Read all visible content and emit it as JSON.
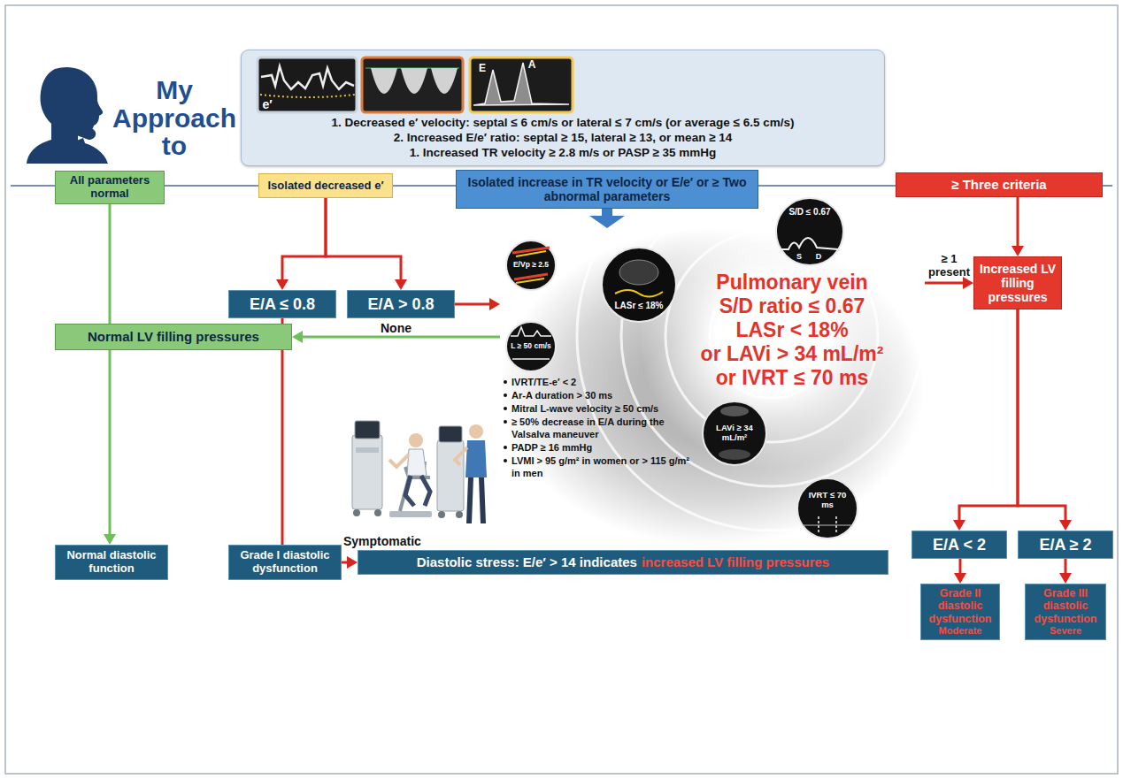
{
  "diagram": {
    "title": "My Approach to",
    "nodes": [
      {
        "text": [
          "1. Decreased e′ velocity: septal ≤ 6 cm/s or lateral ≤ 7 cm/s (or average ≤ 6.5 cm/s)",
          "2. Increased E/e′ ratio: septal ≥ 15, lateral ≥ 13, or mean ≥ 14",
          "1. Increased TR velocity ≥ 2.8 m/s or PASP ≥ 35 mmHg"
        ]
      },
      {
        "text": [
          "All parameters normal"
        ]
      },
      {
        "text": [
          "Isolated decreased e′"
        ]
      },
      {
        "text": [
          "Isolated increase in TR velocity or E/e′ or ≥ Two abnormal parameters"
        ]
      },
      {
        "text": [
          "≥ Three criteria"
        ]
      },
      {
        "text": [
          "E/A ≤ 0.8"
        ]
      },
      {
        "text": [
          "E/A > 0.8"
        ]
      },
      {
        "text": [
          "Normal LV filling pressures"
        ]
      },
      {
        "text": [
          "Pulmonary vein S/D ratio ≤ 0.67",
          "LASr < 18%",
          "or LAVi > 34 mL/m²",
          "or IVRT ≤ 70 ms"
        ]
      },
      {
        "text": [
          "Increased LV filling pressures"
        ]
      },
      {
        "text": [
          "E/A < 2"
        ]
      },
      {
        "text": [
          "E/A ≥ 2"
        ]
      },
      {
        "text": [
          "Normal diastolic function"
        ]
      },
      {
        "text": [
          "Grade I diastolic dysfunction"
        ]
      },
      {
        "text": [
          "Diastolic stress: E/e′ > 14 indicates",
          "increased LV filling pressures"
        ]
      },
      {
        "text": [
          "Grade II diastolic dysfunction",
          "Moderate"
        ]
      },
      {
        "text": [
          "Grade III diastolic dysfunction",
          "Severe"
        ]
      }
    ],
    "edges": [
      {
        "from": 1,
        "to": 12,
        "arrow": "to"
      },
      {
        "from": 2,
        "to": 5,
        "arrow": "to"
      },
      {
        "from": 2,
        "to": 6,
        "arrow": "to"
      },
      {
        "from": 5,
        "to": 13,
        "arrow": "none"
      },
      {
        "from": 6,
        "to": 8,
        "arrow": "to"
      },
      {
        "from": 3,
        "to": 8,
        "arrow": "to"
      },
      {
        "from": 8,
        "to": 7,
        "label": "None",
        "arrow": "to"
      },
      {
        "from": 8,
        "to": 9,
        "label": "≥ 1 present",
        "arrow": "to"
      },
      {
        "from": 4,
        "to": 9,
        "arrow": "to"
      },
      {
        "from": 9,
        "to": 10,
        "arrow": "to"
      },
      {
        "from": 9,
        "to": 11,
        "arrow": "to"
      },
      {
        "from": 10,
        "to": 15,
        "arrow": "to"
      },
      {
        "from": 11,
        "to": 16,
        "arrow": "to"
      },
      {
        "from": 13,
        "to": 14,
        "label": "Symptomatic",
        "arrow": "to"
      }
    ],
    "labels": [
      "e′",
      "E",
      "A",
      "E/Vp ≥ 2.5",
      "S/D ≤ 0.67",
      "S",
      "D",
      "LASr ≤ 18%",
      "L ≥ 50 cm/s",
      "LAVi ≥ 34 mL/m²",
      "IVRT ≤ 70 ms",
      "IVRT/TE-e′ < 2",
      "Ar-A duration > 30 ms",
      "Mitral L-wave velocity ≥ 50 cm/s",
      "≥ 50% decrease in E/A during the Valsalva maneuver",
      "PADP ≥ 16 mmHg",
      "LVMI > 95 g/m² in women or > 115 g/m² in men"
    ]
  }
}
